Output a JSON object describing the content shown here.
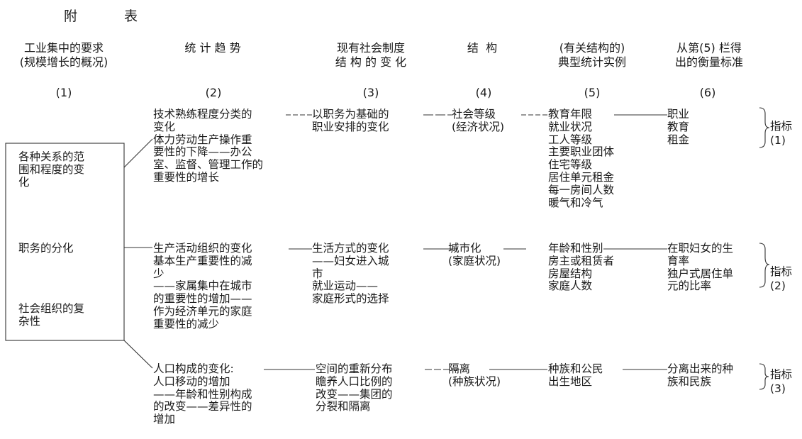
{
  "title": "附  表",
  "headers": {
    "col1": "工业集中的要求\n(规模增长的概况)",
    "col2": "统 计 趋 势",
    "col3": "现有社会制度\n结 构 的 变 化",
    "col4": "结  构",
    "col5": "(有关结构的)\n典型统计实例",
    "col6": "从第(5) 栏得\n出的衡量标准"
  },
  "col_numbers": [
    "(1)",
    "(2)",
    "(3)",
    "(4)",
    "(5)",
    "(6)"
  ],
  "col1_items": {
    "item1": "各种关系的范\n围和程度的变\n化",
    "item2": "职务的分化",
    "item3": "社会组织的复\n杂性"
  },
  "rows": [
    {
      "trend": "技术熟练程度分类的\n变化\n体力劳动生产操作重\n要性的下降——办公\n室、监督、管理工作的\n重要性的增长",
      "change": "以职务为基础的\n职业安排的变化",
      "structure": "社会等级\n(经济状况)",
      "examples": "教育年限\n就业状况\n工人等级\n主要职业团体\n住宅等级\n居住单元租金\n每一房间人数\n暖气和冷气",
      "measures": "职业\n教育\n租金",
      "index_label": "指标",
      "index_num": "(1)"
    },
    {
      "trend": "生产活动组织的变化\n基本生产重要性的减\n少\n——家属集中在城市\n的重要性的增加——\n作为经济单元的家庭\n重要性的减少",
      "change": "生活方式的变化\n——妇女进入城\n市\n就业运动——\n家庭形式的选择",
      "structure": "城市化\n(家庭状况)",
      "examples": "年龄和性别\n房主或租赁者\n房屋结构\n家庭人数",
      "measures": "在职妇女的生\n育率\n独户式居住单\n元的比率",
      "index_label": "指标",
      "index_num": "(2)"
    },
    {
      "trend": "人口构成的变化:\n人口移动的增加\n——年龄和性别构成\n的改变——差异性的\n增加",
      "change": "空间的重新分布\n瞻养人口比例的\n改变——集团的\n分裂和隔离",
      "structure": "隔离\n(种族状况)",
      "examples": "种族和公民\n出生地区",
      "measures": "分离出来的种\n族和民族",
      "index_label": "指标",
      "index_num": "(3)"
    }
  ]
}
